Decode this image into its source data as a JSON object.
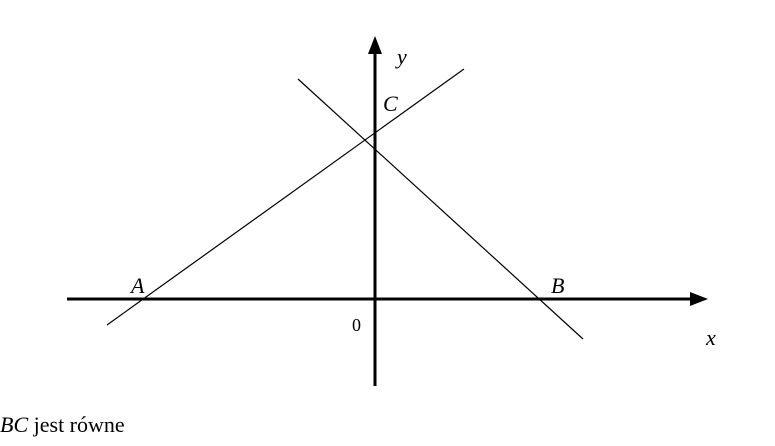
{
  "diagram": {
    "labels": {
      "x_axis": "x",
      "y_axis": "y",
      "origin": "0",
      "point_a": "A",
      "point_b": "B",
      "point_c": "C"
    }
  },
  "caption": {
    "segment_name": "BC",
    "text": " jest równe"
  }
}
